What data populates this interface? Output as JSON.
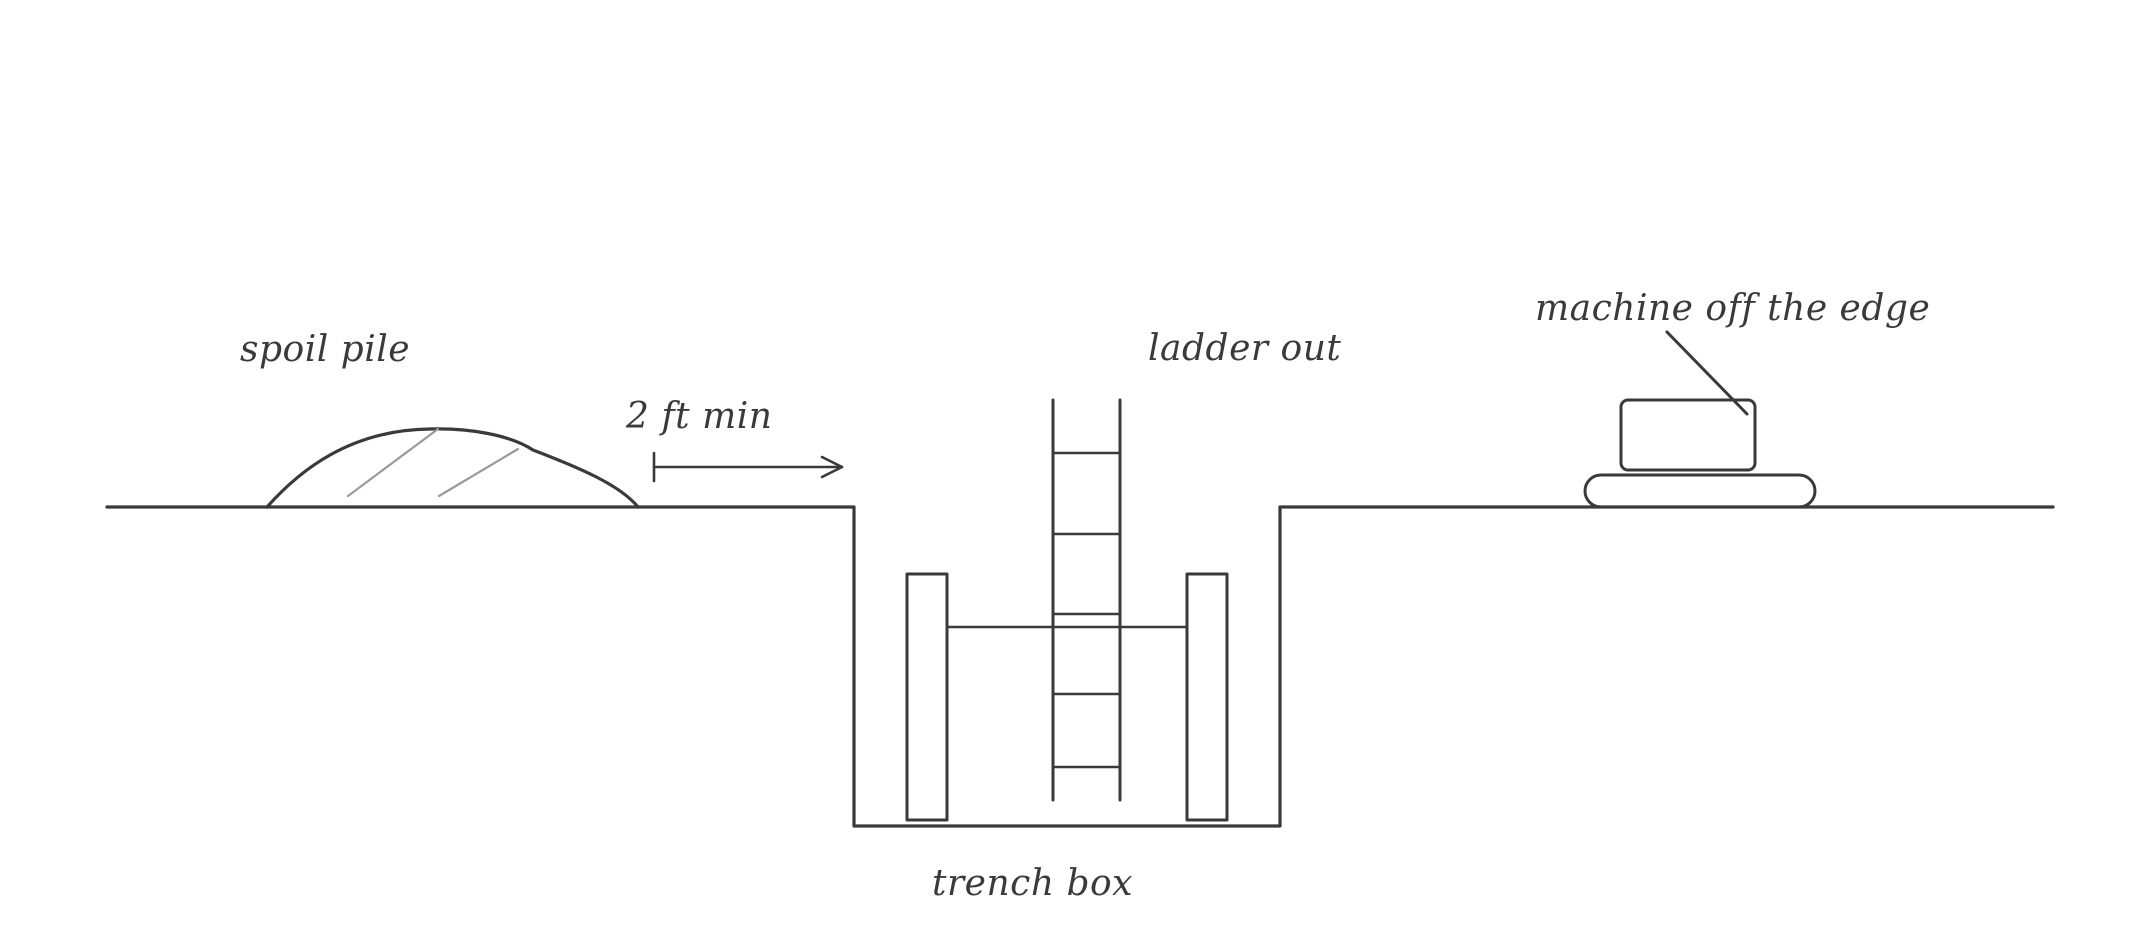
{
  "labels": {
    "spoil_pile": "spoil pile",
    "setback": "2 ft min",
    "ladder": "ladder out",
    "machine": "machine off the edge",
    "trench_box": "trench box"
  },
  "colors": {
    "ink": "#3a3a3a",
    "hatch": "#9a9a9a",
    "background": "#ffffff"
  }
}
